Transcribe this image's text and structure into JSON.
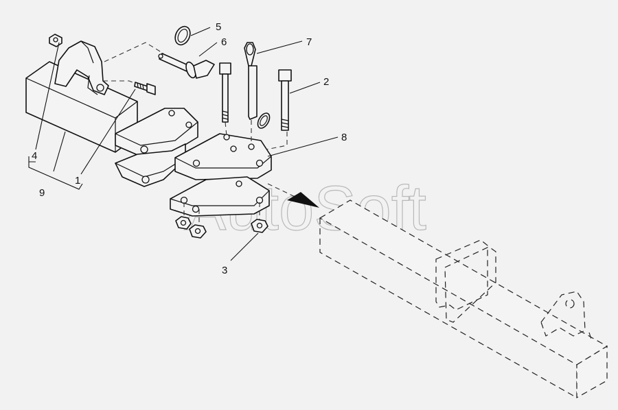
{
  "callouts": [
    {
      "id": "1",
      "label": "1"
    },
    {
      "id": "2",
      "label": "2"
    },
    {
      "id": "3",
      "label": "3"
    },
    {
      "id": "4",
      "label": "4"
    },
    {
      "id": "5",
      "label": "5"
    },
    {
      "id": "6",
      "label": "6"
    },
    {
      "id": "7",
      "label": "7"
    },
    {
      "id": "8",
      "label": "8"
    },
    {
      "id": "9",
      "label": "9"
    }
  ],
  "watermark": "AutoSoft",
  "colors": {
    "background": "#f2f2f2",
    "line": "#111111",
    "watermark": "#8a8a8a"
  }
}
